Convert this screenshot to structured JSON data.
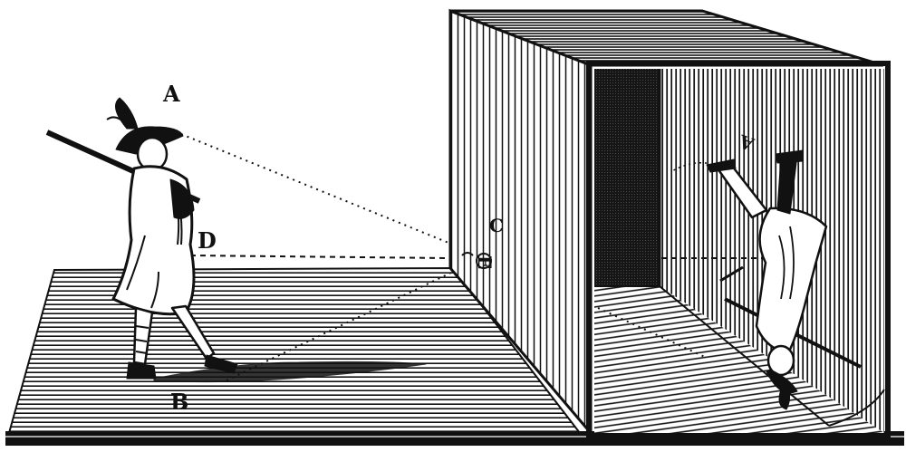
{
  "labels": {
    "a": "A",
    "b": "B",
    "c": "C",
    "d": "D",
    "e": "E",
    "a_inverted": "A"
  },
  "colors": {
    "ink": "#111111",
    "paper": "#ffffff",
    "interior": "#1a1a1a"
  }
}
